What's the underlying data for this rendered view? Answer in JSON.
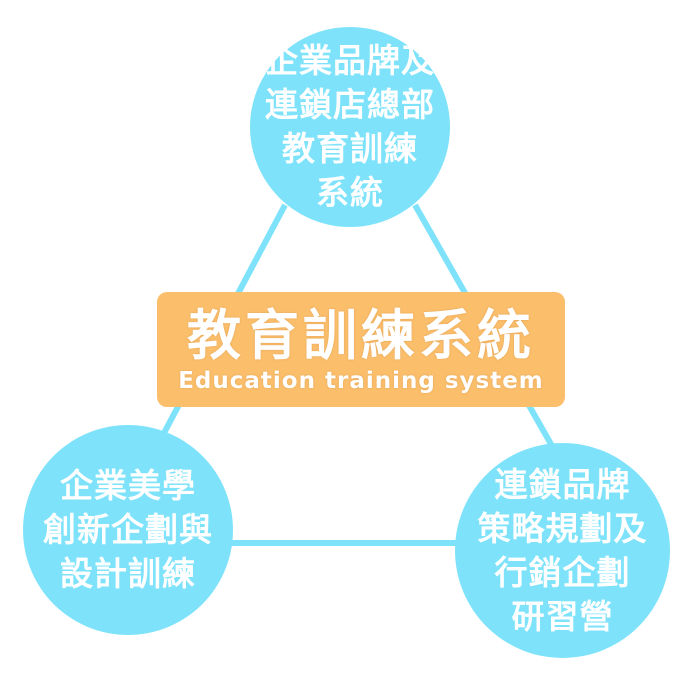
{
  "colors": {
    "circle_fill": "#7ee3fa",
    "connector": "#7ee3fa",
    "center_box_fill": "#fbbf6c",
    "text": "#ffffff"
  },
  "center": {
    "title": "教育訓練系統",
    "subtitle": "Education training system"
  },
  "nodes": {
    "top": {
      "lines": [
        "企業品牌及",
        "連鎖店總部",
        "教育訓練",
        "系統"
      ]
    },
    "left": {
      "lines": [
        "企業美學",
        "創新企劃與",
        "設計訓練"
      ]
    },
    "right": {
      "lines": [
        "連鎖品牌",
        "策略規劃及",
        "行銷企劃",
        "研習營"
      ]
    }
  }
}
